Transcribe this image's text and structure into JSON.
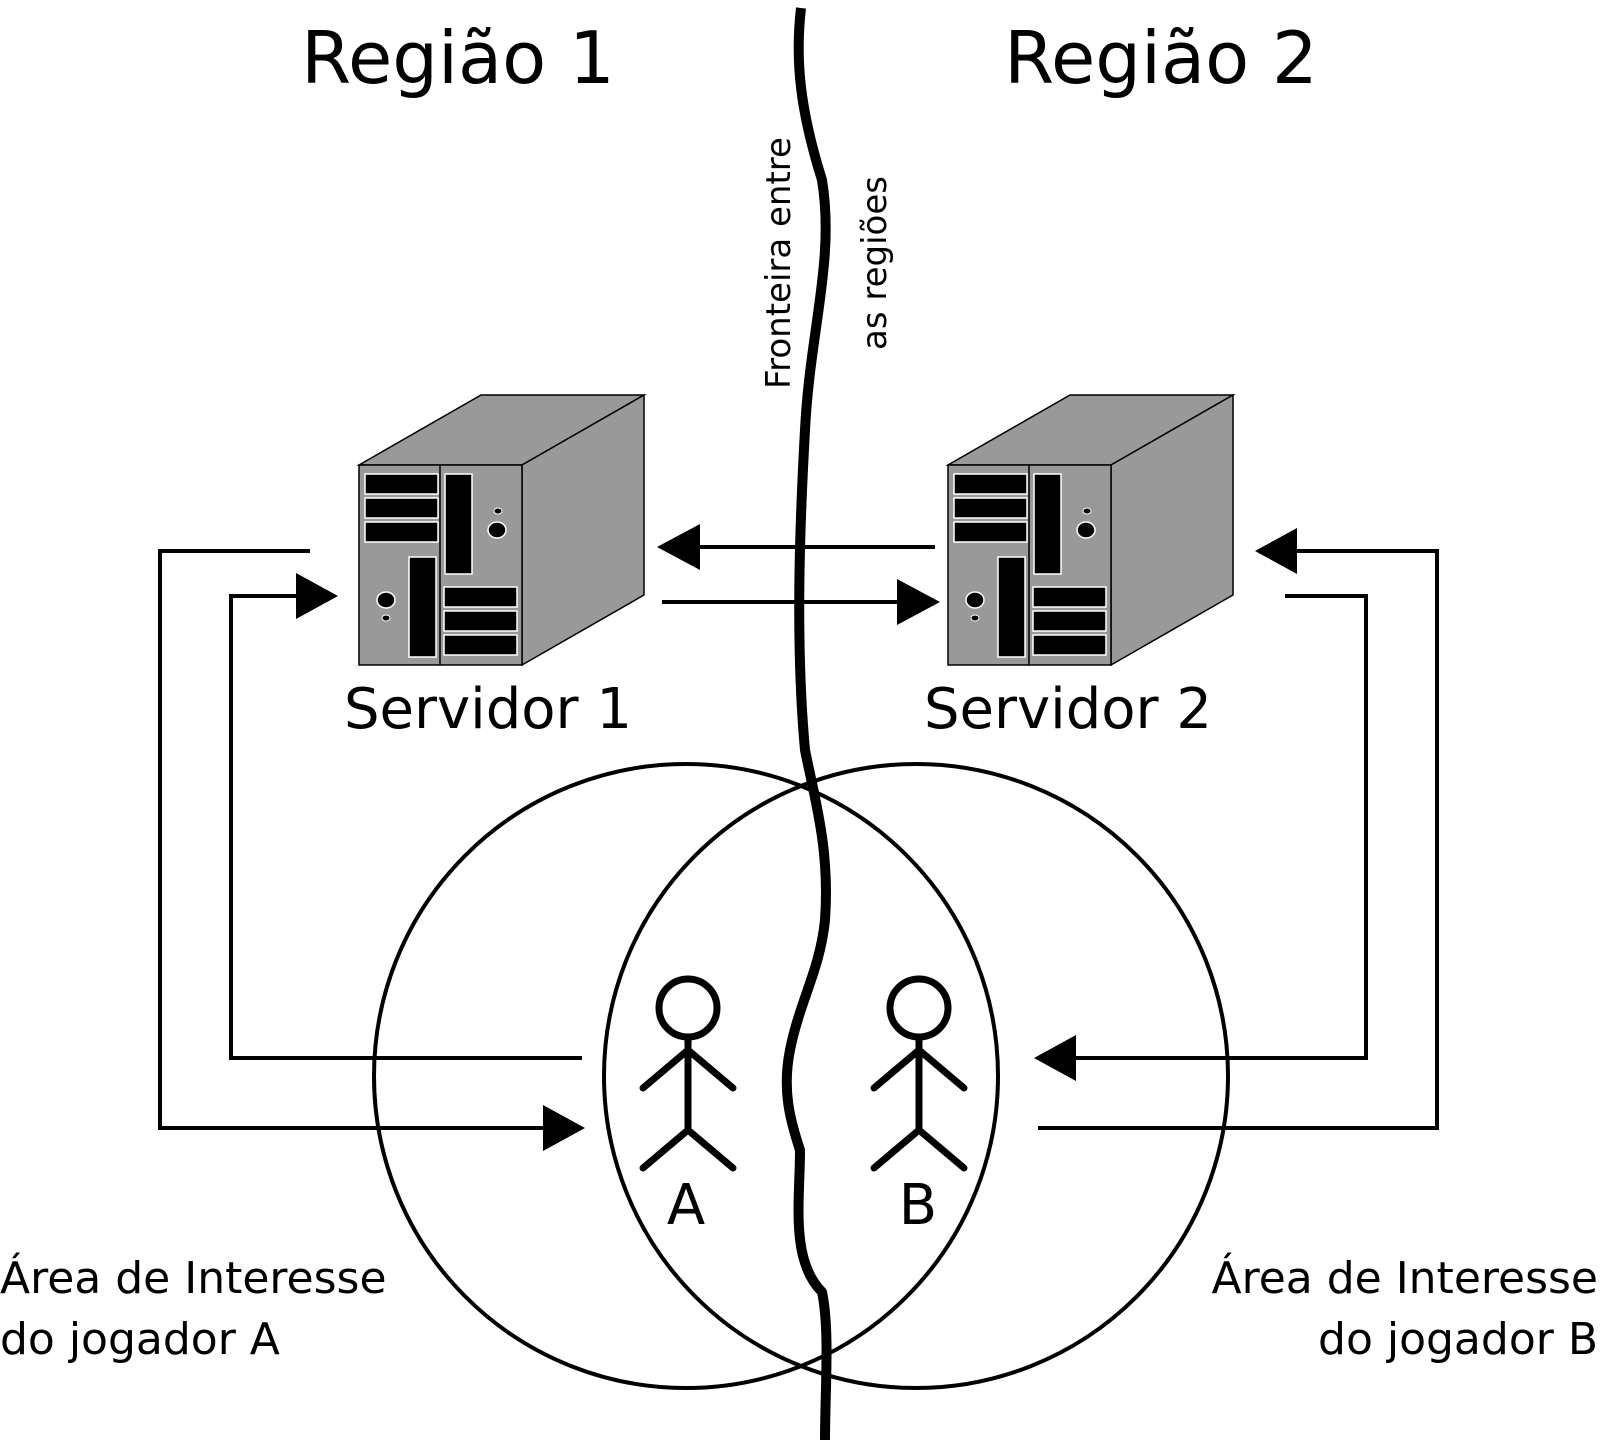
{
  "regions": {
    "left": "Região 1",
    "right": "Região 2"
  },
  "border": {
    "label_line1": "Fronteira entre",
    "label_line2": "as regiões"
  },
  "servers": {
    "left": "Servidor 1",
    "right": "Servidor 2"
  },
  "players": {
    "a": "A",
    "b": "B"
  },
  "interest_areas": {
    "a_line1": "Área de Interesse",
    "a_line2": "do jogador A",
    "b_line1": "Área de Interesse",
    "b_line2": "do jogador B"
  }
}
